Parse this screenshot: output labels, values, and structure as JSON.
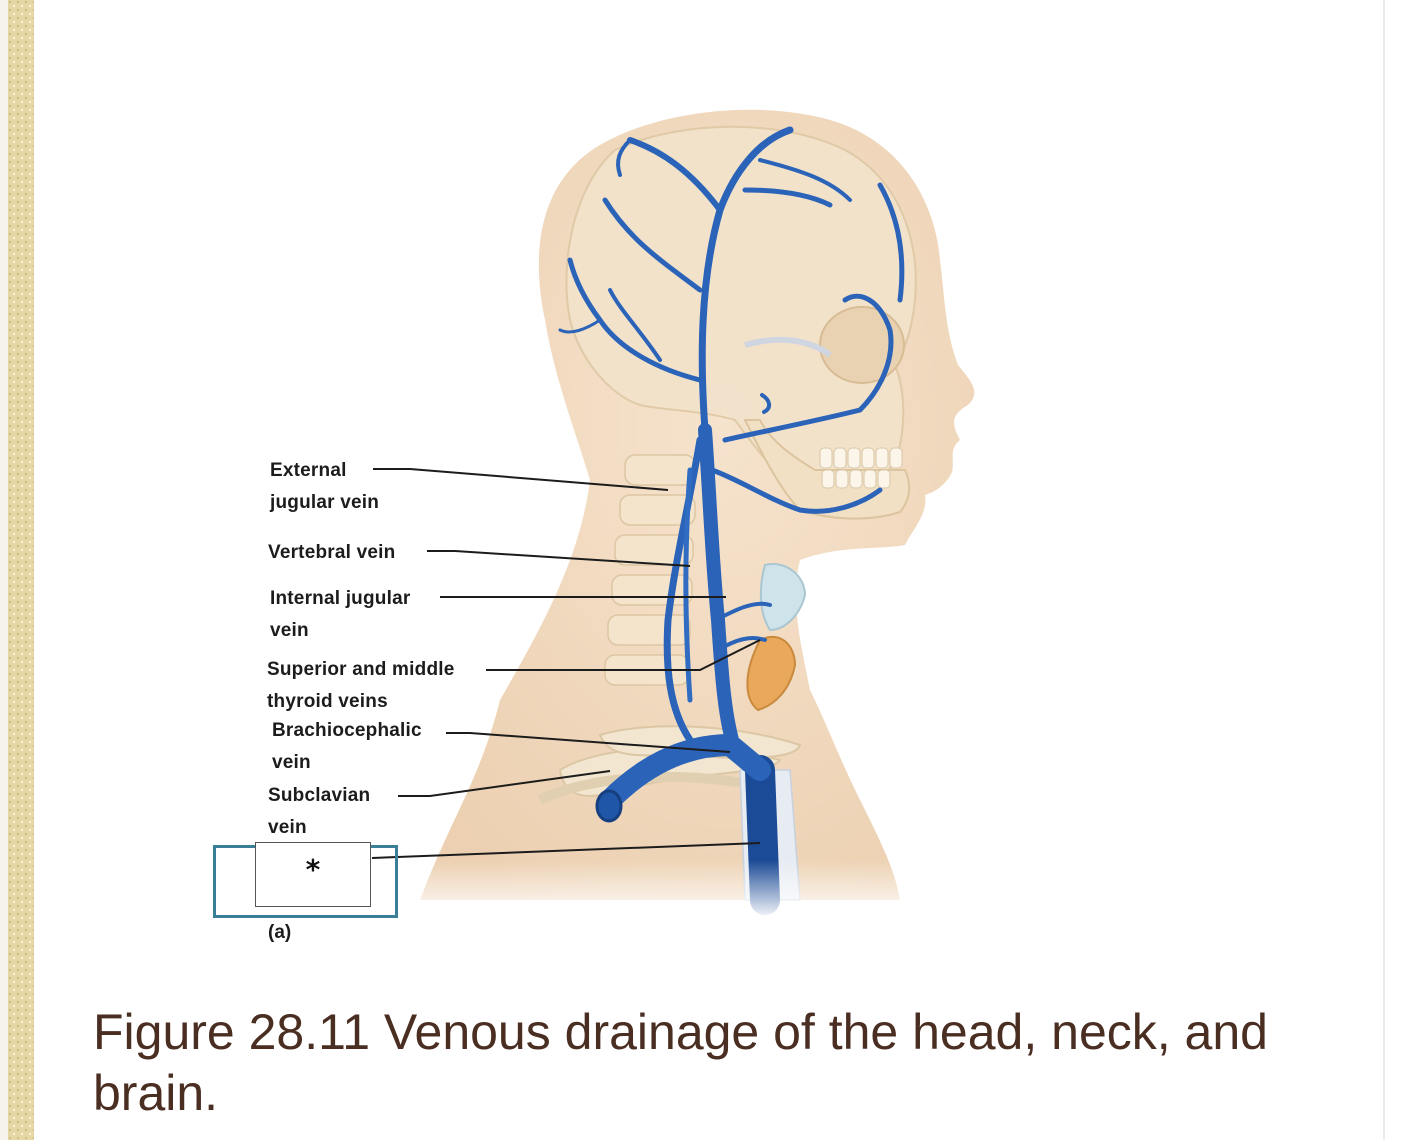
{
  "diagram": {
    "labels": [
      {
        "line1": "External",
        "line2": "jugular vein"
      },
      {
        "line1": "Vertebral vein",
        "line2": ""
      },
      {
        "line1": "Internal jugular",
        "line2": "vein"
      },
      {
        "line1": "Superior and middle",
        "line2": "thyroid veins"
      },
      {
        "line1": "Brachiocephalic",
        "line2": "vein"
      },
      {
        "line1": "Subclavian",
        "line2": "vein"
      }
    ],
    "answer_box": "*",
    "panel_label": "(a)"
  },
  "caption": "Figure 28.11 Venous drainage of the head, neck, and brain.",
  "colors": {
    "vein": "#2a63b8",
    "vein_dark": "#1b4a96",
    "skin": "#f1d9bf",
    "bone": "#f4e6cf",
    "caption": "#4a2e22",
    "box_outline": "#3a7f96"
  }
}
